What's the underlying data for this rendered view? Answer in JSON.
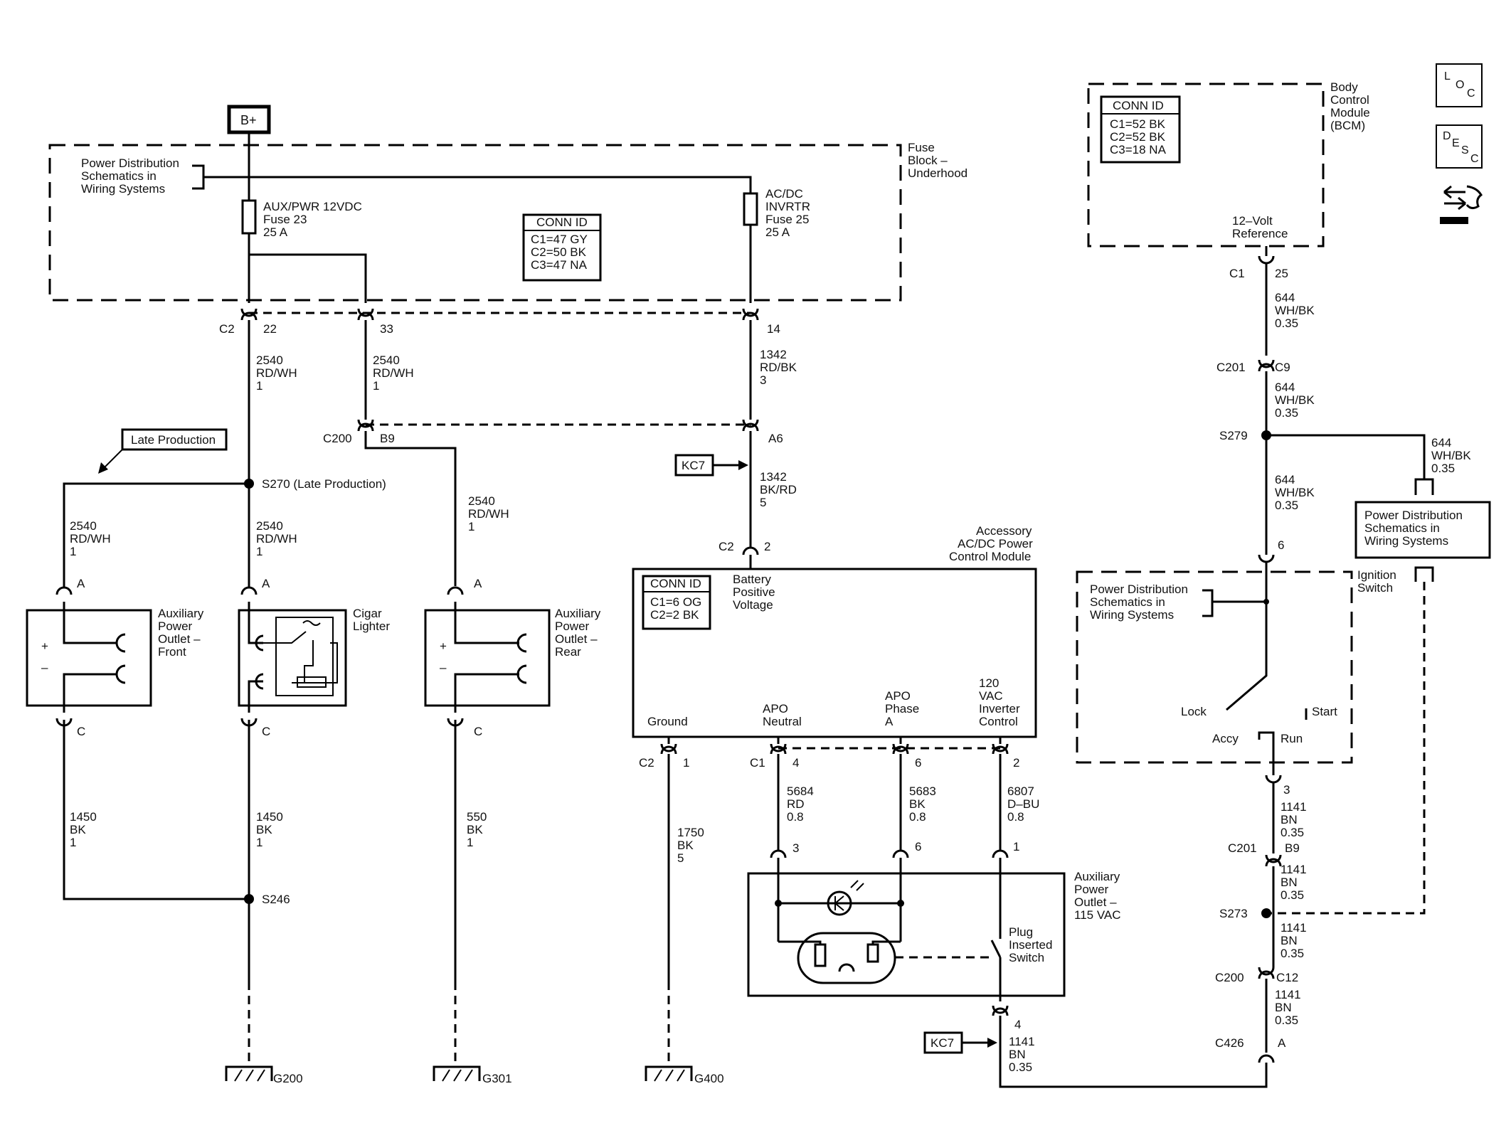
{
  "nav_icons": {
    "loc": [
      "L",
      "O",
      "C"
    ],
    "desc": [
      "D",
      "E",
      "S",
      "C"
    ],
    "connector_icon": "connector-icon"
  },
  "bplus": "B+",
  "fuse_block": {
    "title": [
      "Fuse",
      "Block –",
      "Underhood"
    ],
    "pwr_dist": [
      "Power Distribution",
      "Schematics in",
      "Wiring Systems"
    ],
    "fuse23": [
      "AUX/PWR 12VDC",
      "Fuse 23",
      "25 A"
    ],
    "fuse25": [
      "AC/DC",
      "INVRTR",
      "Fuse 25",
      "25 A"
    ],
    "conn_id_title": "CONN ID",
    "conn_id": [
      "C1=47 GY",
      "C2=50 BK",
      "C3=47 NA"
    ]
  },
  "connectors": {
    "c2": "C2",
    "p22": "22",
    "p33": "33",
    "p14": "14",
    "c200": "C200",
    "b9": "B9",
    "a6": "A6",
    "c2b": "C2",
    "p2": "2"
  },
  "wires": {
    "w1": [
      "2540",
      "RD/WH",
      "1"
    ],
    "w2": [
      "2540",
      "RD/WH",
      "1"
    ],
    "w3": [
      "1342",
      "RD/BK",
      "3"
    ],
    "w4": [
      "2540",
      "RD/WH",
      "1"
    ],
    "w5": [
      "2540",
      "RD/WH",
      "1"
    ],
    "w6": [
      "2540",
      "RD/WH",
      "1"
    ],
    "w7": [
      "1342",
      "BK/RD",
      "5"
    ],
    "w8": [
      "1450",
      "BK",
      "1"
    ],
    "w9": [
      "1450",
      "BK",
      "1"
    ],
    "w10": [
      "550",
      "BK",
      "1"
    ],
    "w11": [
      "1750",
      "BK",
      "5"
    ],
    "w12": [
      "5684",
      "RD",
      "0.8"
    ],
    "w13": [
      "5683",
      "BK",
      "0.8"
    ],
    "w14": [
      "6807",
      "D–BU",
      "0.8"
    ],
    "w15": [
      "1141",
      "BN",
      "0.35"
    ]
  },
  "late_production": "Late Production",
  "s270": "S270 (Late Production)",
  "kc7": "KC7",
  "outlets": {
    "front": [
      "Auxiliary",
      "Power",
      "Outlet –",
      "Front"
    ],
    "cigar": [
      "Cigar",
      "Lighter"
    ],
    "rear": [
      "Auxiliary",
      "Power",
      "Outlet –",
      "Rear"
    ],
    "pin_a": "A",
    "pin_c": "C",
    "plus": "+",
    "minus": "–"
  },
  "s246": "S246",
  "grounds": {
    "g200": "G200",
    "g301": "G301",
    "g400": "G400"
  },
  "module": {
    "title": [
      "Accessory",
      "AC/DC Power",
      "Control Module"
    ],
    "conn_id_title": "CONN ID",
    "conn_id": [
      "C1=6 OG",
      "C2=2 BK"
    ],
    "batt": [
      "Battery",
      "Positive",
      "Voltage"
    ],
    "ground": "Ground",
    "apo_neutral": [
      "APO",
      "Neutral"
    ],
    "apo_phase": [
      "APO",
      "Phase",
      "A"
    ],
    "inverter": [
      "120",
      "VAC",
      "Inverter",
      "Control"
    ],
    "c2": "C2",
    "p1": "1",
    "c1": "C1",
    "p4": "4",
    "p6": "6",
    "p2": "2"
  },
  "outlet115": {
    "title": [
      "Auxiliary",
      "Power",
      "Outlet –",
      "115 VAC"
    ],
    "p3": "3",
    "p6": "6",
    "p1": "1",
    "switch": [
      "Plug",
      "Inserted",
      "Switch"
    ],
    "p4": "4"
  },
  "bcm": {
    "title": [
      "Body",
      "Control",
      "Module",
      "(BCM)"
    ],
    "conn_id_title": "CONN ID",
    "conn_id": [
      "C1=52 BK",
      "C2=52 BK",
      "C3=18 NA"
    ],
    "ref": [
      "12–Volt",
      "Reference"
    ],
    "c1": "C1",
    "p25": "25",
    "w644a": [
      "644",
      "WH/BK",
      "0.35"
    ],
    "c201": "C201",
    "c9": "C9",
    "w644b": [
      "644",
      "WH/BK",
      "0.35"
    ],
    "s279": "S279",
    "w644c": [
      "644",
      "WH/BK",
      "0.35"
    ],
    "w644d": [
      "644",
      "WH/BK",
      "0.35"
    ],
    "pwr_dist_box": [
      "Power Distribution",
      "Schematics in",
      "Wiring Systems"
    ],
    "p6": "6"
  },
  "ignition": {
    "title": [
      "Ignition",
      "Switch"
    ],
    "pwr_dist": [
      "Power Distribution",
      "Schematics in",
      "Wiring Systems"
    ],
    "lock": "Lock",
    "start": "Start",
    "accy": "Accy",
    "run": "Run",
    "p3": "3",
    "w1141a": [
      "1141",
      "BN",
      "0.35"
    ],
    "c201": "C201",
    "b9": "B9",
    "w1141b": [
      "1141",
      "BN",
      "0.35"
    ],
    "s273": "S273",
    "w1141c": [
      "1141",
      "BN",
      "0.35"
    ],
    "c200": "C200",
    "c12": "C12",
    "w1141d": [
      "1141",
      "BN",
      "0.35"
    ],
    "c426": "C426",
    "a": "A"
  }
}
